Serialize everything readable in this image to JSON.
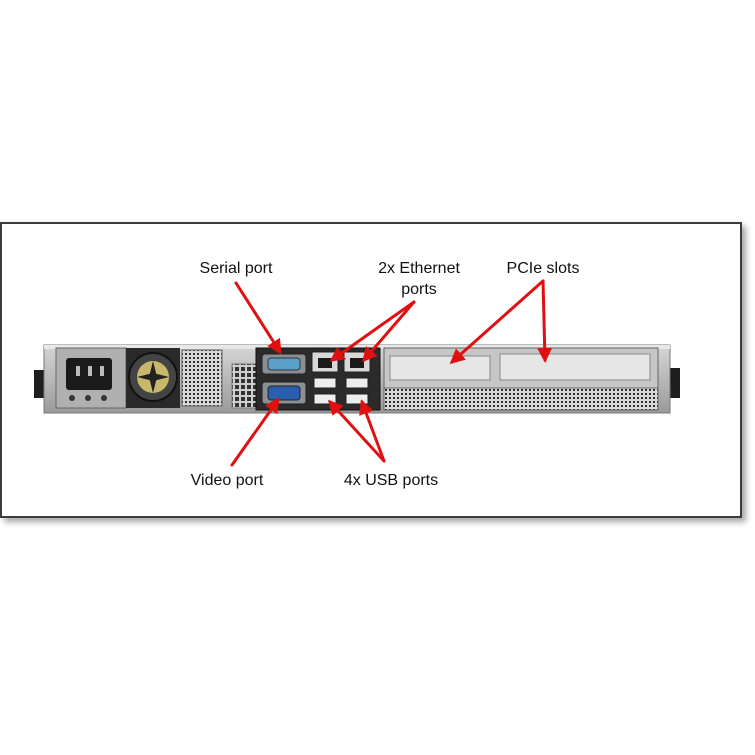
{
  "labels": {
    "serial": "Serial port",
    "ethernet_line1": "2x Ethernet",
    "ethernet_line2": "ports",
    "pcie": "PCIe slots",
    "video": "Video port",
    "usb": "4x USB ports"
  },
  "colors": {
    "arrow": "#e01010",
    "chassis": "#b4b4b4",
    "chassis_dark": "#2a2a2a",
    "frame_border": "#3c3c3c"
  }
}
